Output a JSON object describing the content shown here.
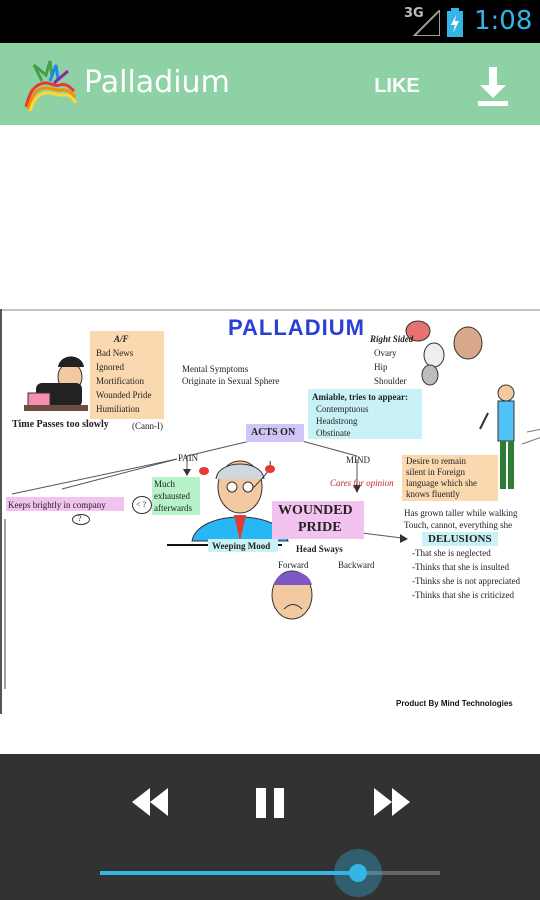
{
  "status_bar": {
    "network": "3G",
    "time": "1:08",
    "clock_color": "#33b5e5"
  },
  "action_bar": {
    "title": "Palladium",
    "like_label": "LIKE",
    "download_icon": "download-icon",
    "logo_icon": "rainbow-pegasus-logo-icon",
    "color": "#8ed1a4"
  },
  "mindmap": {
    "title": "PALLADIUM",
    "at_box": {
      "heading": "A/F",
      "items": [
        "Bad News",
        "Ignored",
        "Mortification",
        "Wounded Pride",
        "Humiliation"
      ]
    },
    "time_passes": "Time Passes too slowly",
    "time_passes_ref": "(Cann-I)",
    "mental_symptoms": [
      "Mental Symptoms",
      "Originate in Sexual Sphere"
    ],
    "right_sided": {
      "heading": "Right Sided",
      "items": [
        "Ovary",
        "Hip",
        "Shoulder"
      ]
    },
    "amiable": {
      "heading": "Amiable, tries to appear:",
      "items": [
        "Contemptuous",
        "Headstrong",
        "Obstinate"
      ]
    },
    "acts_on": "ACTS ON",
    "pain": "PAIN",
    "mind": "MIND",
    "cares_for_opinion": "Cares for opinion",
    "desire_box": [
      "Desire to remain",
      "silent in Foreign",
      "language which she",
      "knows fluently"
    ],
    "keeps_brightly": "Keeps brightly in company",
    "much_exhausted": [
      "Much",
      "exhausted",
      "afterwards"
    ],
    "circle_a": "< ?",
    "circle_b": "?",
    "wounded_pride": [
      "WOUNDED",
      "PRIDE"
    ],
    "weeping_mood": "Weeping Mood",
    "head_sways": "Head Sways",
    "forward": "Forward",
    "backward": "Backward",
    "grown_taller": [
      "Has grown taller while walking",
      "Touch, cannot, everything she"
    ],
    "delusions": {
      "heading": "DELUSIONS",
      "items": [
        "-That she is neglected",
        "-Thinks that she is insulted",
        "-Thinks she is not appreciated",
        "-Thinks that she is criticized"
      ]
    },
    "credit": "Product By Mind Technologies"
  },
  "player": {
    "rewind_icon": "rewind-icon",
    "pause_icon": "pause-icon",
    "forward_icon": "fast-forward-icon",
    "seek_progress": 0.76,
    "accent": "#33b5e5"
  }
}
